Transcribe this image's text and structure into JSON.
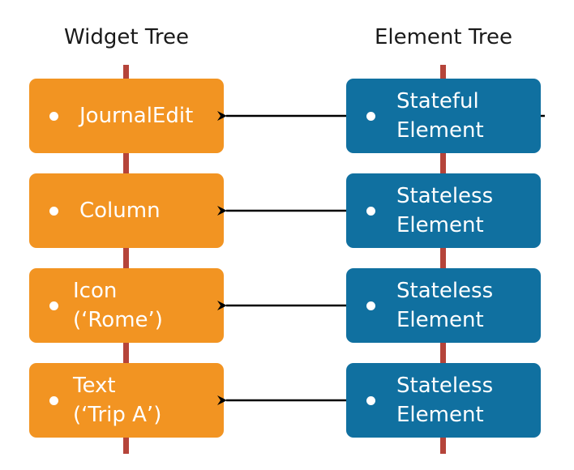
{
  "titles": {
    "widget_tree": "Widget Tree",
    "element_tree": "Element Tree"
  },
  "colors": {
    "widget_box": "#F29422",
    "element_box": "#1070A0",
    "spine": "#B5443A",
    "arrow": "#000000"
  },
  "widgets": [
    {
      "line1": "JournalEdit",
      "line2": ""
    },
    {
      "line1": "Column",
      "line2": ""
    },
    {
      "line1": "Icon",
      "line2": "(‘Rome’)"
    },
    {
      "line1": "Text",
      "line2": "(‘Trip A’)"
    }
  ],
  "elements": [
    {
      "line1": "Stateful",
      "line2": "Element"
    },
    {
      "line1": "Stateless",
      "line2": "Element"
    },
    {
      "line1": "Stateless",
      "line2": "Element"
    },
    {
      "line1": "Stateless",
      "line2": "Element"
    }
  ]
}
